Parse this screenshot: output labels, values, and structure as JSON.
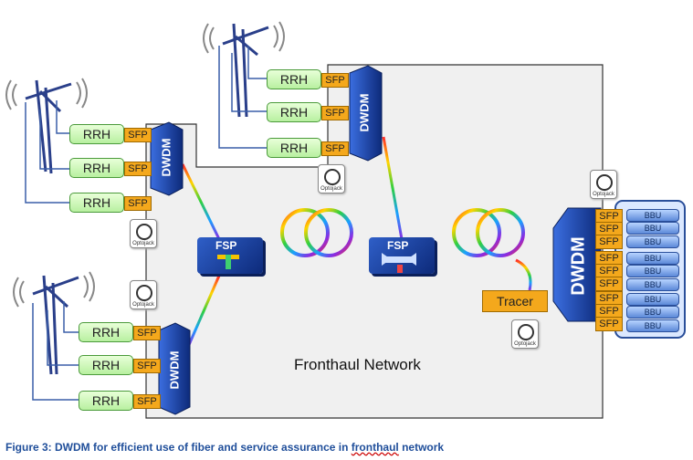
{
  "labels": {
    "rrh": "RRH",
    "sfp": "SFP",
    "dwdm": "DWDM",
    "fsp": "FSP",
    "bbu": "BBU",
    "tracer": "Tracer",
    "optojack": "Optojack",
    "network": "Fronthaul Network"
  },
  "caption": {
    "prefix": "Figure 3: DWDM for efficient  use of fiber and service assurance in ",
    "underlined": "fronthaul",
    "suffix": " network"
  },
  "colors": {
    "rrh_fill": "#b8f0a0",
    "sfp_fill": "#f4a81c",
    "dwdm_fill": "#1e3f9e",
    "bbu_fill": "#5b88d8",
    "network_fill": "#f0f0f0",
    "caption": "#1f4e9a"
  }
}
